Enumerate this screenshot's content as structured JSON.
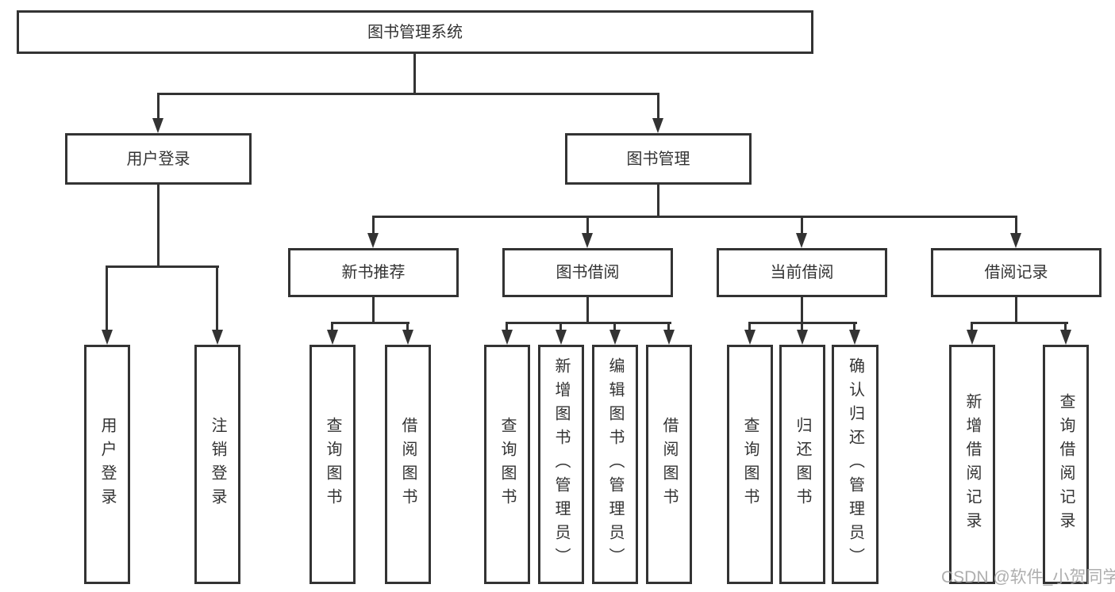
{
  "diagram": {
    "type": "hierarchy-tree",
    "colors": {
      "line": "#333333",
      "text": "#333333",
      "background": "#ffffff",
      "watermark": "#a5a5a5"
    },
    "root": {
      "label": "图书管理系统",
      "children": [
        {
          "label": "用户登录",
          "children": [
            {
              "label": "用户登录"
            },
            {
              "label": "注销登录"
            }
          ]
        },
        {
          "label": "图书管理",
          "children": [
            {
              "label": "新书推荐",
              "children": [
                {
                  "label": "查询图书"
                },
                {
                  "label": "借阅图书"
                }
              ]
            },
            {
              "label": "图书借阅",
              "children": [
                {
                  "label": "查询图书"
                },
                {
                  "label": "新增图书（管理员）"
                },
                {
                  "label": "编辑图书（管理员）"
                },
                {
                  "label": "借阅图书"
                }
              ]
            },
            {
              "label": "当前借阅",
              "children": [
                {
                  "label": "查询图书"
                },
                {
                  "label": "归还图书"
                },
                {
                  "label": "确认归还（管理员）"
                }
              ]
            },
            {
              "label": "借阅记录",
              "children": [
                {
                  "label": "新增借阅记录"
                },
                {
                  "label": "查询借阅记录"
                }
              ]
            }
          ]
        }
      ]
    },
    "watermark": {
      "text": "CSDN @软件_小贺同学"
    }
  }
}
